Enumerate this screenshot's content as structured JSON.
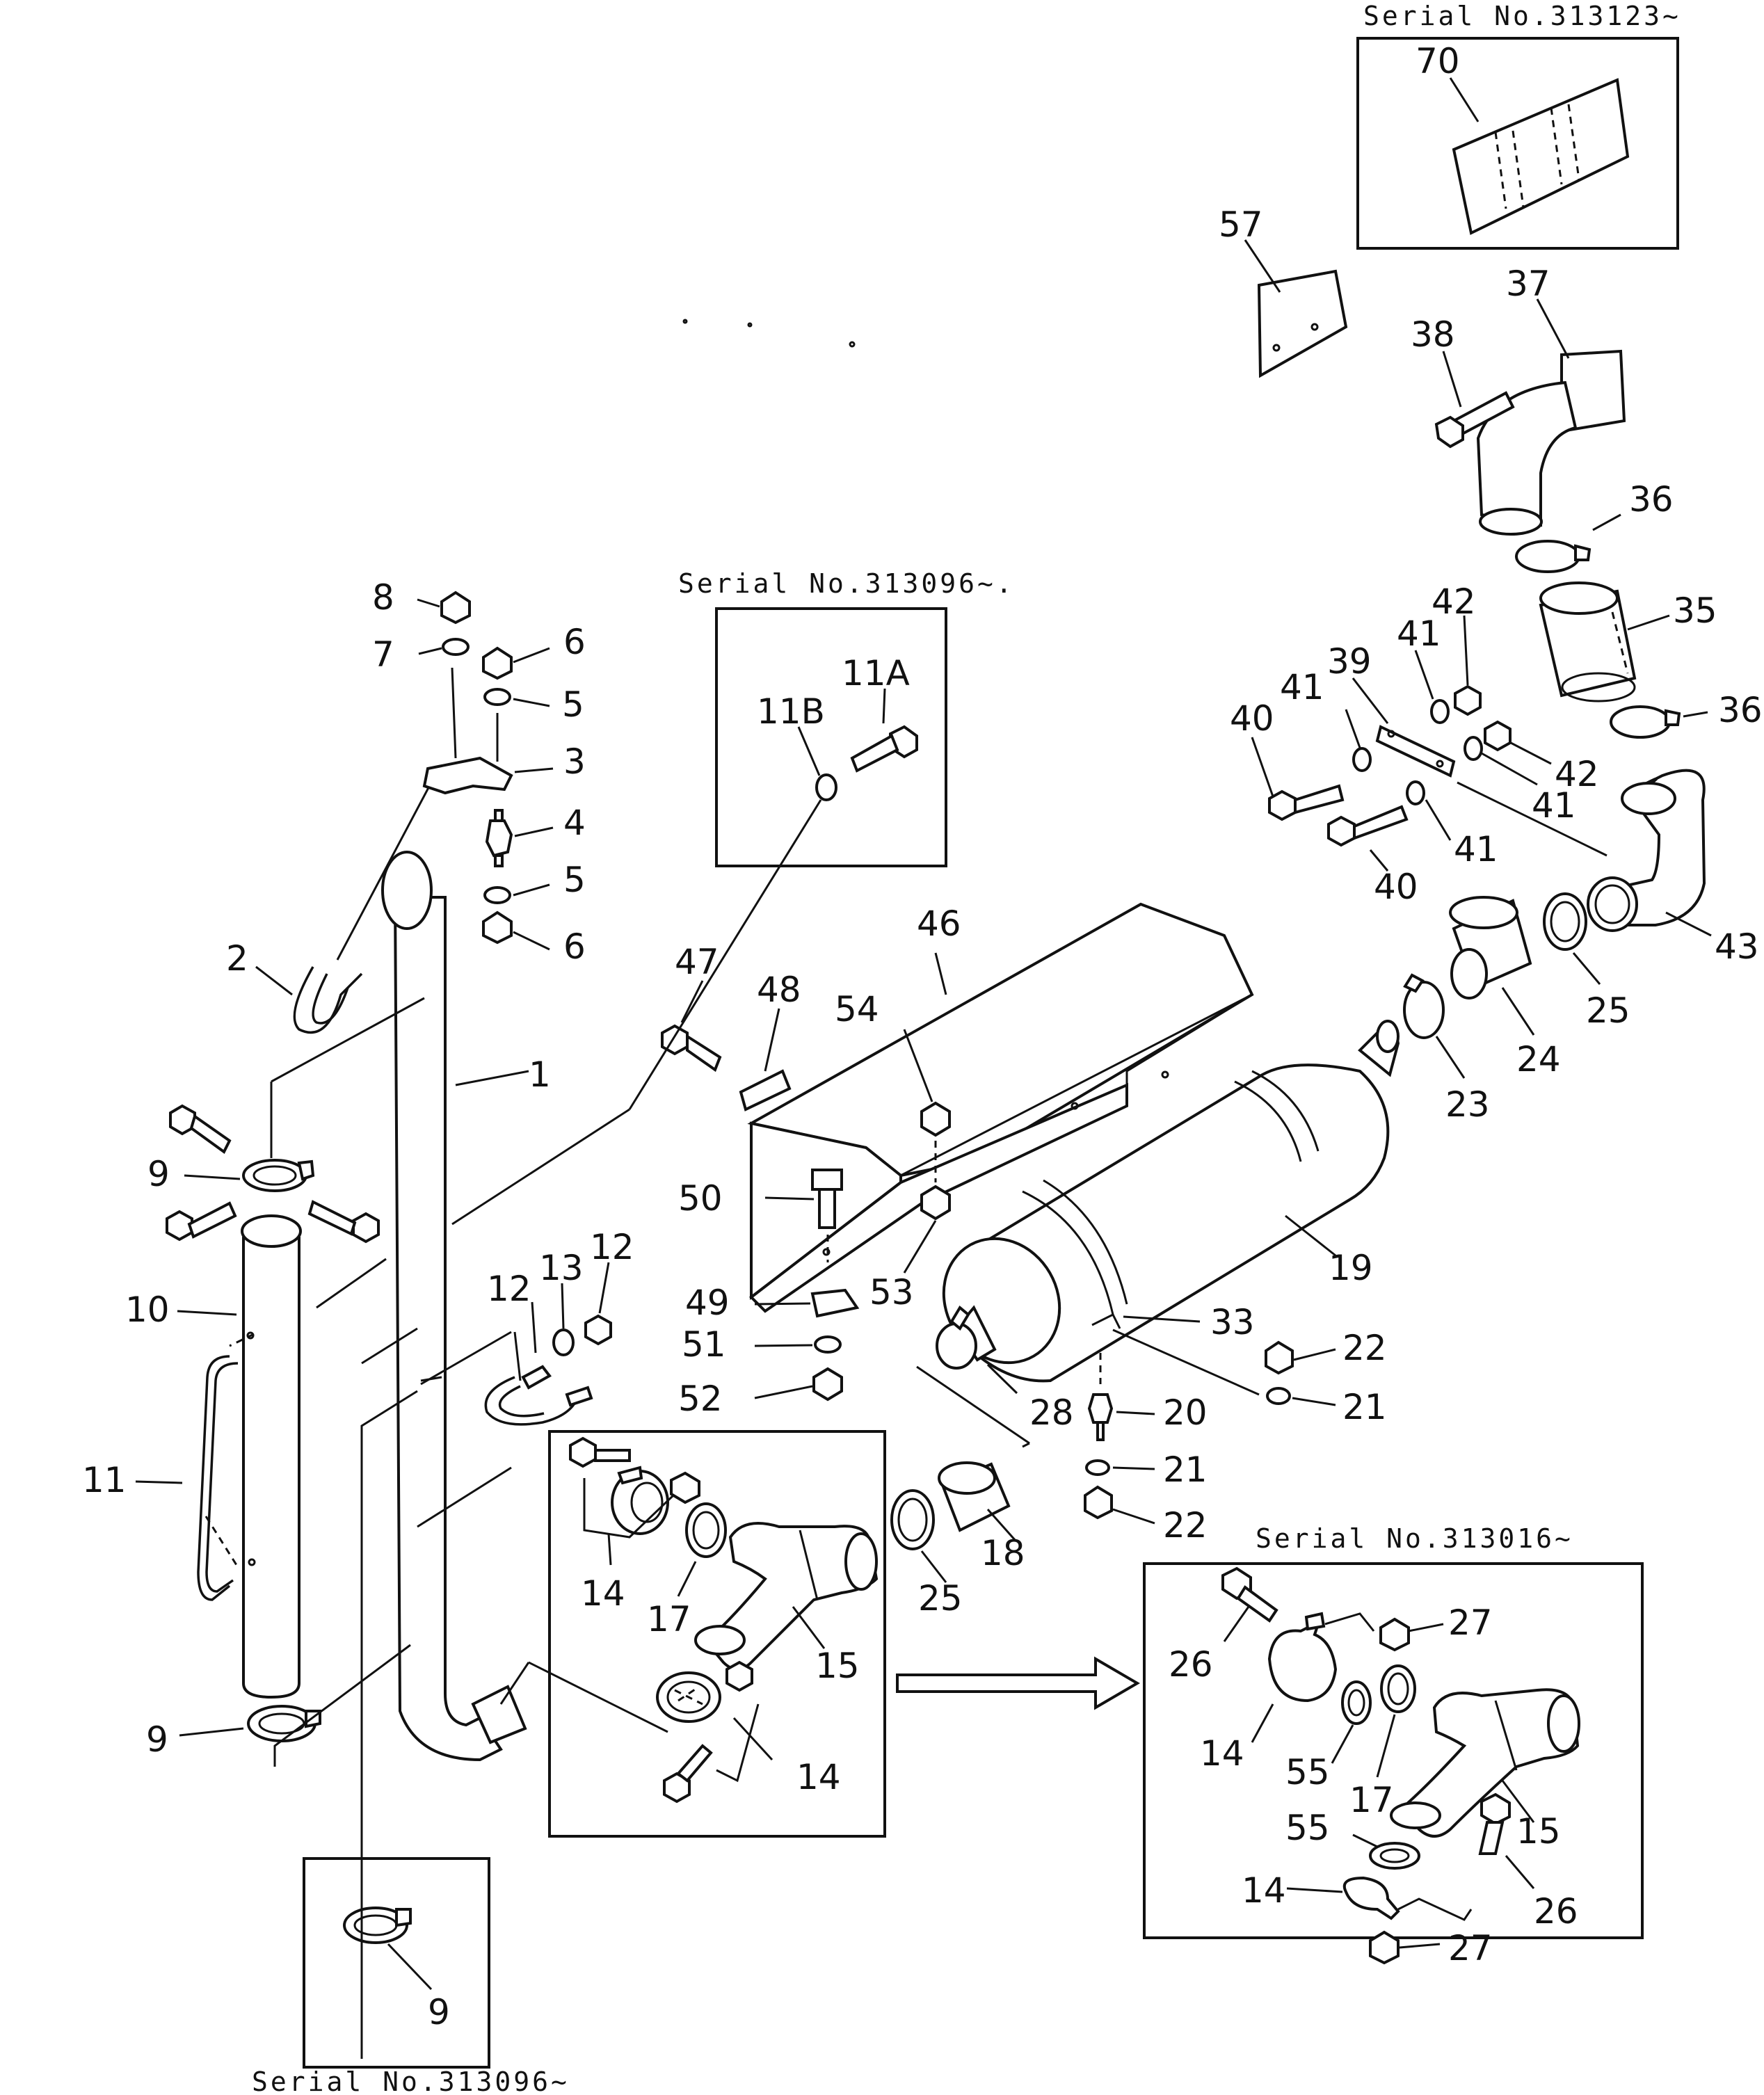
{
  "serial_labels": {
    "top_right": "Serial   No.313123~",
    "middle": "Serial   No.313096~.",
    "bottom_left": "Serial   No.313096~",
    "right": "Serial   No.313016~"
  },
  "callouts": {
    "c1": "1",
    "c2": "2",
    "c3": "3",
    "c4": "4",
    "c5a": "5",
    "c5b": "5",
    "c6a": "6",
    "c6b": "6",
    "c7": "7",
    "c8": "8",
    "c9a": "9",
    "c9b": "9",
    "c9c": "9",
    "c10": "10",
    "c11": "11",
    "c11a": "11A",
    "c11b": "11B",
    "c12a": "12",
    "c12b": "12",
    "c13": "13",
    "c14a": "14",
    "c14b": "14",
    "c14c": "14",
    "c14d": "14",
    "c15a": "15",
    "c15b": "15",
    "c17a": "17",
    "c17b": "17",
    "c18": "18",
    "c19": "19",
    "c20": "20",
    "c21a": "21",
    "c21b": "21",
    "c22a": "22",
    "c22b": "22",
    "c23": "23",
    "c24": "24",
    "c25a": "25",
    "c25b": "25",
    "c26a": "26",
    "c26b": "26",
    "c27a": "27",
    "c27b": "27",
    "c28": "28",
    "c33": "33",
    "c35": "35",
    "c36a": "36",
    "c36b": "36",
    "c37": "37",
    "c38": "38",
    "c39": "39",
    "c40a": "40",
    "c40b": "40",
    "c41a": "41",
    "c41b": "41",
    "c41c": "41",
    "c41d": "41",
    "c42a": "42",
    "c42b": "42",
    "c43": "43",
    "c46": "46",
    "c47": "47",
    "c48": "48",
    "c49": "49",
    "c50": "50",
    "c51": "51",
    "c52": "52",
    "c53": "53",
    "c54": "54",
    "c55a": "55",
    "c55b": "55",
    "c57": "57",
    "c70": "70"
  }
}
